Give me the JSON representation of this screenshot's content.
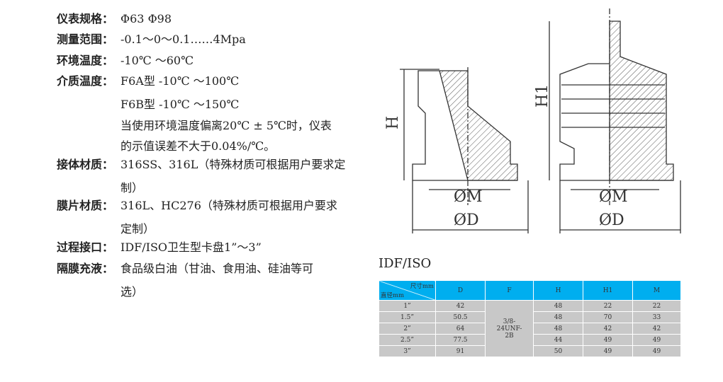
{
  "specs": [
    {
      "label": "仪表规格：",
      "value": "Φ63  Φ98"
    },
    {
      "label": "测量范围：",
      "value": "-0.1～0～0.1……4Mpa"
    },
    {
      "label": "环境温度：",
      "value": "-10℃ ～60℃"
    },
    {
      "label": "介质温度：",
      "value": "F6A型 -10℃ ～100℃"
    },
    {
      "label": "接体材质：",
      "value": "316SS、316L（特殊材质可根据用户要求定"
    },
    {
      "label": "膜片材质：",
      "value": "316L、HC276（特殊材质可根据用户要求"
    },
    {
      "label": "过程接口：",
      "value": "IDF/ISO卫生型卡盘1”～3”"
    },
    {
      "label": "隔膜充液：",
      "value": "食品级白油（甘油、食用油、硅油等可"
    }
  ],
  "cont": [
    "F6B型 -10℃ ～150℃",
    "当使用环境温度偏离20℃ ± 5℃时，仪表",
    "的示值误差不大于0.04%/℃。",
    "制）",
    "定制）",
    "选）"
  ],
  "drawing": {
    "h": "H",
    "h1": "H1",
    "m": "ØM",
    "d": "ØD"
  },
  "table": {
    "title": "IDF/ISO",
    "corner_top": "尺寸mm",
    "corner_bottom": "直径mm",
    "headers": [
      "D",
      "F",
      "H",
      "H1",
      "M"
    ],
    "f_value": "3/8-24UNF-2B",
    "rows": [
      {
        "size": "1”",
        "D": "42",
        "H": "48",
        "H1": "22",
        "M": "22"
      },
      {
        "size": "1.5”",
        "D": "50.5",
        "H": "48",
        "H1": "70",
        "M": "33"
      },
      {
        "size": "2”",
        "D": "64",
        "H": "48",
        "H1": "42",
        "M": "42"
      },
      {
        "size": "2.5”",
        "D": "77.5",
        "H": "44",
        "H1": "49",
        "M": "49"
      },
      {
        "size": "3”",
        "D": "91",
        "H": "50",
        "H1": "49",
        "M": "49"
      }
    ]
  }
}
